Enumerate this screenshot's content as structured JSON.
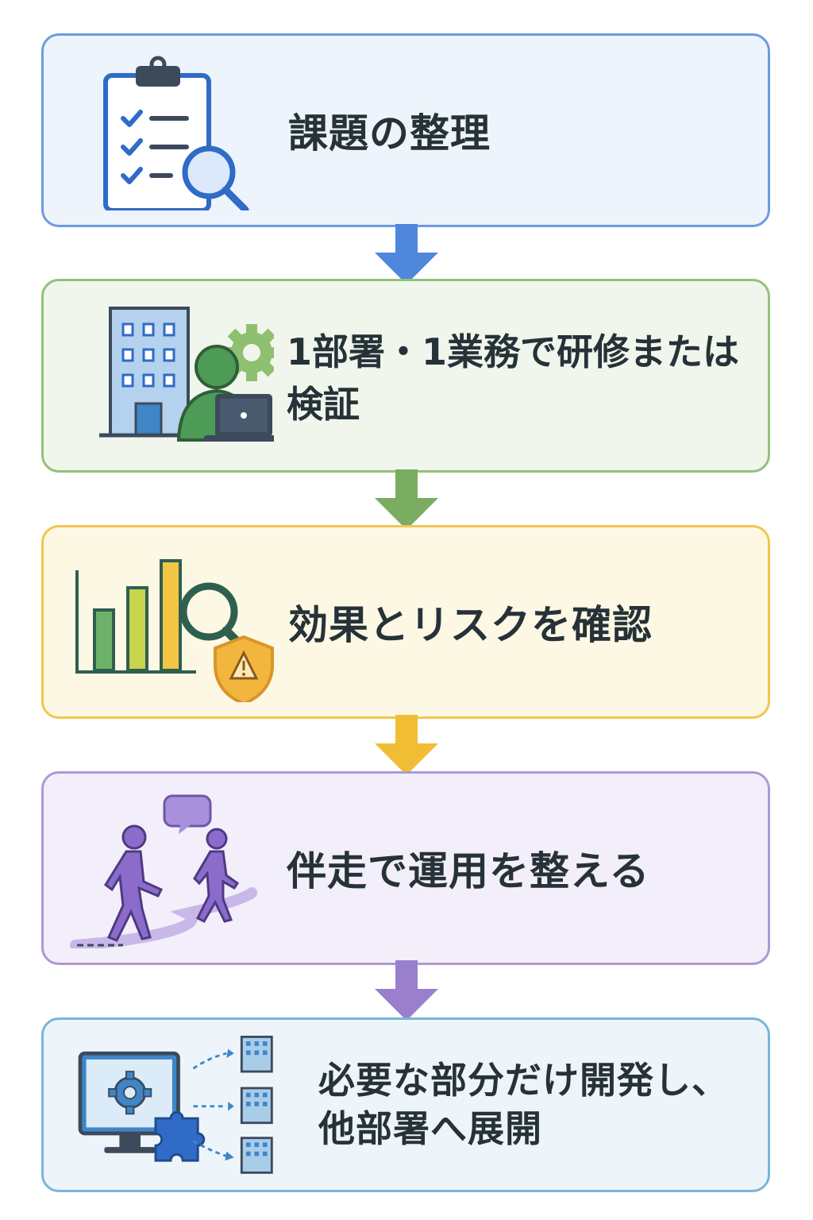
{
  "steps": [
    {
      "text": "課題の整理",
      "icon": "clipboard-search-icon",
      "accent": "#4f87dc"
    },
    {
      "text": "1部署・1業務で研修または検証",
      "icon": "office-worker-laptop-icon",
      "accent": "#7aad62"
    },
    {
      "text": "効果とリスクを確認",
      "icon": "chart-risk-shield-icon",
      "accent": "#f0bd35"
    },
    {
      "text": "伴走で運用を整える",
      "icon": "walking-people-chat-icon",
      "accent": "#9a80cc"
    },
    {
      "lines": [
        "必要な部分だけ開発し、",
        "他部署へ展開"
      ],
      "icon": "monitor-puzzle-buildings-icon",
      "accent": "#3f86c6"
    }
  ],
  "colors": {
    "blue": "#4f87dc",
    "green": "#7aad62",
    "yellow": "#f0bd35",
    "purple": "#9a80cc",
    "teal": "#3f86c6"
  }
}
